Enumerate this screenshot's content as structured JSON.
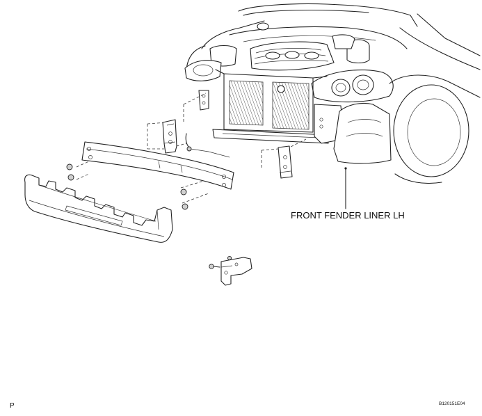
{
  "labels": {
    "callout": "FRONT FENDER LINER LH",
    "corner_left": "P",
    "figure_code": "B120151E04"
  }
}
